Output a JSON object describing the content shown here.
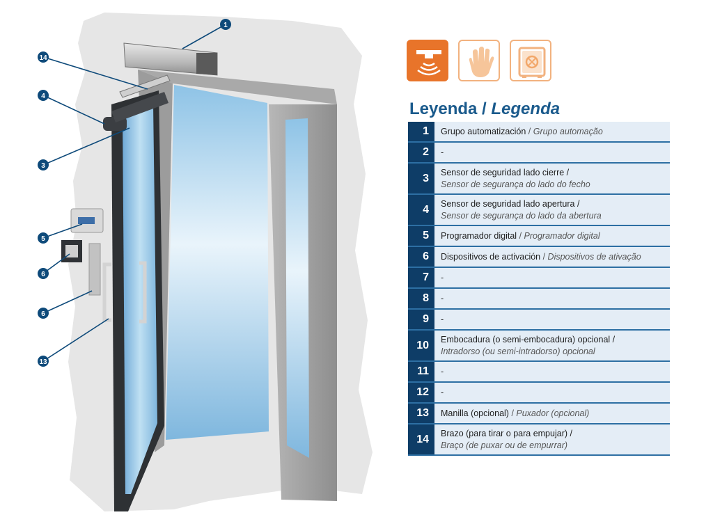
{
  "colors": {
    "accent_blue": "#1a5a8c",
    "number_cell": "#0e3d67",
    "row_bg": "#e4edf6",
    "callout_badge": "#0e4a7a",
    "icon_orange": "#e8742a"
  },
  "icons": [
    {
      "name": "sensor-icon",
      "state": "active"
    },
    {
      "name": "hand-push-icon",
      "state": "inactive"
    },
    {
      "name": "safe-lock-icon",
      "state": "inactive"
    }
  ],
  "legend": {
    "title_es": "Leyenda",
    "title_sep": " / ",
    "title_pt": "Legenda",
    "items": [
      {
        "num": "1",
        "es": "Grupo automatización",
        "sep": " / ",
        "pt": "Grupo automação",
        "lines": 1
      },
      {
        "num": "2",
        "es": "-",
        "sep": "",
        "pt": "",
        "lines": 1
      },
      {
        "num": "3",
        "es": "Sensor de seguridad lado cierre /",
        "sep": "",
        "pt": "Sensor de segurança do lado do fecho",
        "lines": 2
      },
      {
        "num": "4",
        "es": "Sensor de seguridad lado apertura /",
        "sep": "",
        "pt": "Sensor de segurança do lado da abertura",
        "lines": 2
      },
      {
        "num": "5",
        "es": "Programador digital",
        "sep": " / ",
        "pt": "Programador digital",
        "lines": 1
      },
      {
        "num": "6",
        "es": "Dispositivos de activación",
        "sep": " / ",
        "pt": "Dispositivos de ativação",
        "lines": 1
      },
      {
        "num": "7",
        "es": "-",
        "sep": "",
        "pt": "",
        "lines": 1
      },
      {
        "num": "8",
        "es": "-",
        "sep": "",
        "pt": "",
        "lines": 1
      },
      {
        "num": "9",
        "es": "-",
        "sep": "",
        "pt": "",
        "lines": 1
      },
      {
        "num": "10",
        "es": "Embocadura (o semi-embocadura) opcional /",
        "sep": "",
        "pt": "Intradorso (ou semi-intradorso) opcional",
        "lines": 2
      },
      {
        "num": "11",
        "es": "-",
        "sep": "",
        "pt": "",
        "lines": 1
      },
      {
        "num": "12",
        "es": "-",
        "sep": "",
        "pt": "",
        "lines": 1
      },
      {
        "num": "13",
        "es": "Manilla (opcional)",
        "sep": " / ",
        "pt": "Puxador (opcional)",
        "lines": 1
      },
      {
        "num": "14",
        "es": "Brazo (para tirar o para empujar) /",
        "sep": "",
        "pt": "Braço (de puxar ou de empurrar)",
        "lines": 2
      }
    ]
  },
  "callouts": [
    {
      "label": "1"
    },
    {
      "label": "14"
    },
    {
      "label": "4"
    },
    {
      "label": "3"
    },
    {
      "label": "5"
    },
    {
      "label": "6"
    },
    {
      "label": "6"
    },
    {
      "label": "13"
    }
  ]
}
